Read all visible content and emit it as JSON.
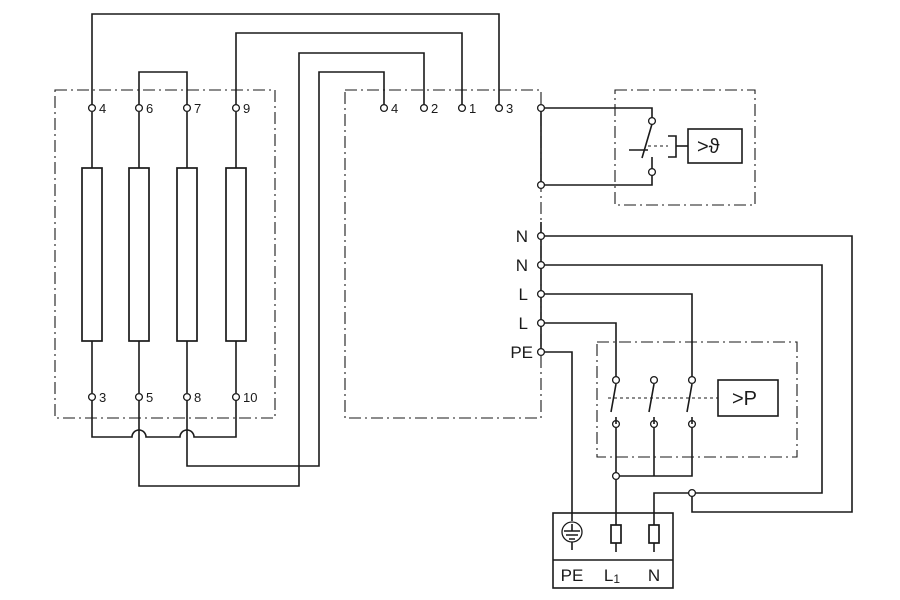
{
  "heater_block": {
    "top_terminals": [
      "4",
      "6",
      "7",
      "9"
    ],
    "bottom_terminals": [
      "3",
      "5",
      "8",
      "10"
    ]
  },
  "controller_block": {
    "top_terminals": [
      "4",
      "2",
      "1",
      "3"
    ],
    "side_terminals": [
      "N",
      "N",
      "L",
      "L",
      "PE"
    ]
  },
  "thermostat": {
    "symbol": ">ϑ"
  },
  "pressure_switch": {
    "symbol": ">P"
  },
  "supply": {
    "labels": [
      "PE",
      "L1",
      "N"
    ],
    "l1_main": "L",
    "l1_sub": "1"
  }
}
